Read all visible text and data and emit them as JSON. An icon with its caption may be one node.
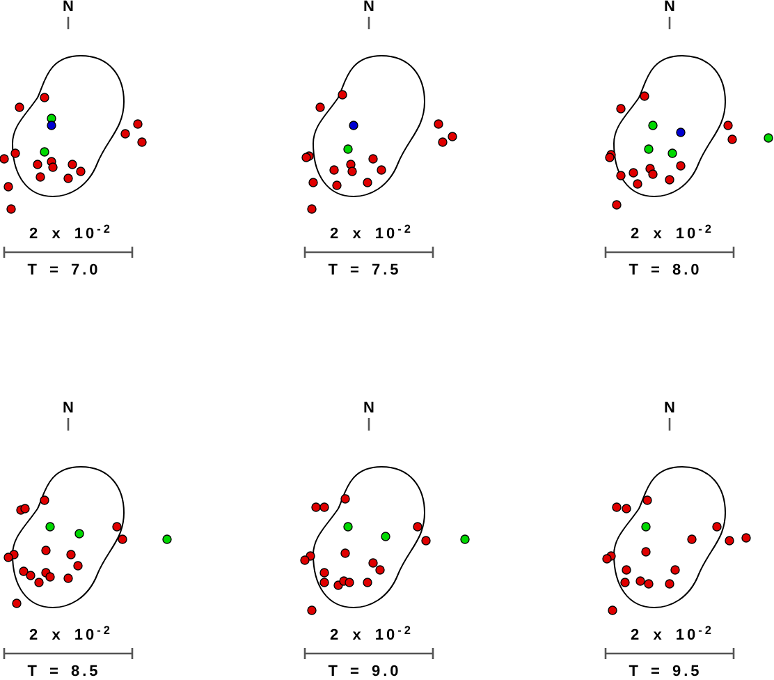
{
  "diagram": {
    "labels": [
      "N",
      "N",
      "N",
      "2 x 10$^{-2}$",
      "2 x 10$^{-2}$",
      "2 x 10$^{-2}$",
      "T = 7.0",
      "T = 7.5",
      "T = 8.0",
      "N",
      "N",
      "N",
      "2 x 10$^{-2}$",
      "2 x 10$^{-2}$",
      "2 x 10$^{-2}$",
      "T = 8.5",
      "T = 9.0",
      "T = 9.5"
    ]
  }
}
